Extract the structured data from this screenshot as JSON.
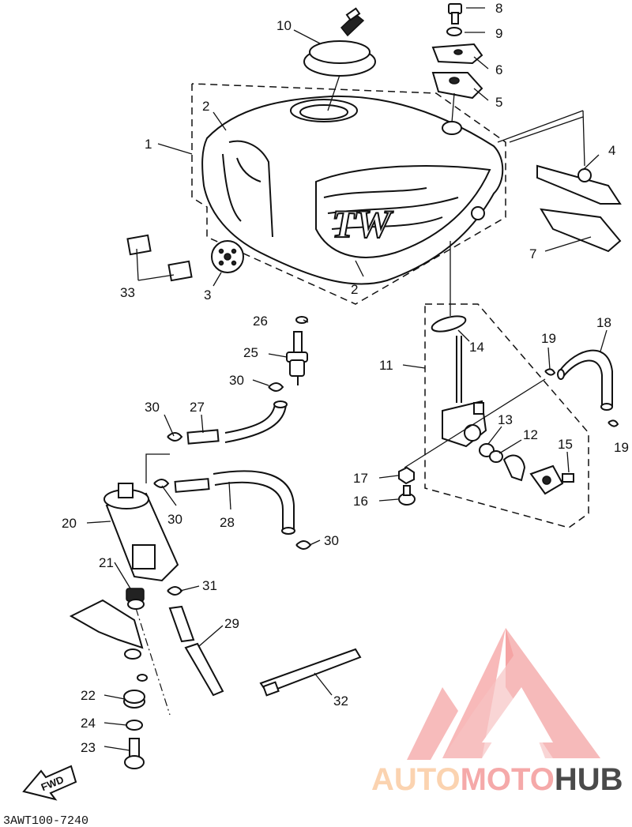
{
  "diagram": {
    "drawing_code": "3AWT100-7240",
    "fwd_label": "FWD",
    "tank_decal_text": "TW",
    "callouts": [
      {
        "id": "1",
        "label": "1"
      },
      {
        "id": "2a",
        "label": "2"
      },
      {
        "id": "2b",
        "label": "2"
      },
      {
        "id": "3",
        "label": "3"
      },
      {
        "id": "4",
        "label": "4"
      },
      {
        "id": "5",
        "label": "5"
      },
      {
        "id": "6",
        "label": "6"
      },
      {
        "id": "7",
        "label": "7"
      },
      {
        "id": "8",
        "label": "8"
      },
      {
        "id": "9",
        "label": "9"
      },
      {
        "id": "10",
        "label": "10"
      },
      {
        "id": "11",
        "label": "11"
      },
      {
        "id": "12",
        "label": "12"
      },
      {
        "id": "13",
        "label": "13"
      },
      {
        "id": "14",
        "label": "14"
      },
      {
        "id": "15",
        "label": "15"
      },
      {
        "id": "16",
        "label": "16"
      },
      {
        "id": "17",
        "label": "17"
      },
      {
        "id": "18",
        "label": "18"
      },
      {
        "id": "19a",
        "label": "19"
      },
      {
        "id": "19b",
        "label": "19"
      },
      {
        "id": "20",
        "label": "20"
      },
      {
        "id": "21",
        "label": "21"
      },
      {
        "id": "22",
        "label": "22"
      },
      {
        "id": "23",
        "label": "23"
      },
      {
        "id": "24",
        "label": "24"
      },
      {
        "id": "25",
        "label": "25"
      },
      {
        "id": "26",
        "label": "26"
      },
      {
        "id": "27",
        "label": "27"
      },
      {
        "id": "28",
        "label": "28"
      },
      {
        "id": "29",
        "label": "29"
      },
      {
        "id": "30a",
        "label": "30"
      },
      {
        "id": "30b",
        "label": "30"
      },
      {
        "id": "30c",
        "label": "30"
      },
      {
        "id": "30d",
        "label": "30"
      },
      {
        "id": "31",
        "label": "31"
      },
      {
        "id": "32",
        "label": "32"
      },
      {
        "id": "33",
        "label": "33"
      }
    ]
  },
  "watermark": {
    "part1": "AUTO",
    "part2": "MOTO",
    "part3": "HUB",
    "color_primary": "#f5a9a9",
    "color_secondary": "#fbd3b0",
    "color_text": "#4a4a4a"
  }
}
